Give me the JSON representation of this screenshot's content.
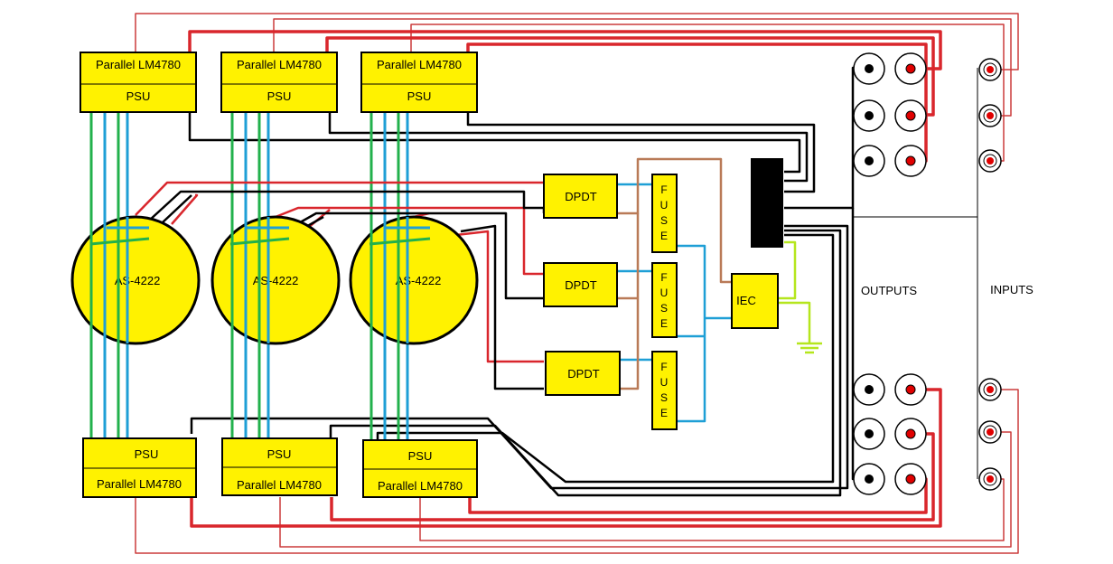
{
  "colors": {
    "box_fill": "#FFF200",
    "outline": "#000000",
    "power_wire": "#D9262C",
    "signal_wire": "#CC3B3B",
    "ground_wire": "#000000",
    "green_wire": "#22B14C",
    "blue_wire": "#1E9FD6",
    "brown_wire": "#B97A57",
    "earth_wire": "#B5E61D",
    "terminal_dot": "#E00000",
    "background": "#FFFFFF"
  },
  "amps_top": [
    {
      "amp_label": "Parallel LM4780",
      "psu_label": "PSU"
    },
    {
      "amp_label": "Parallel LM4780",
      "psu_label": "PSU"
    },
    {
      "amp_label": "Parallel LM4780",
      "psu_label": "PSU"
    }
  ],
  "amps_bottom": [
    {
      "amp_label": "Parallel LM4780",
      "psu_label": "PSU"
    },
    {
      "amp_label": "Parallel LM4780",
      "psu_label": "PSU"
    },
    {
      "amp_label": "Parallel LM4780",
      "psu_label": "PSU"
    }
  ],
  "transformers": [
    "AS-4222",
    "AS-4222",
    "AS-4222"
  ],
  "switches": [
    "DPDT",
    "DPDT",
    "DPDT"
  ],
  "fuse_letters": [
    "F",
    "U",
    "S",
    "E"
  ],
  "fuse_count": 3,
  "iec_label": "IEC",
  "section_labels": {
    "outputs": "OUTPUTS",
    "inputs": "INPUTS"
  },
  "icons": {
    "output_terminal": "binding-post-icon",
    "input_jack": "rca-jack-icon",
    "ground": "earth-ground-icon"
  }
}
